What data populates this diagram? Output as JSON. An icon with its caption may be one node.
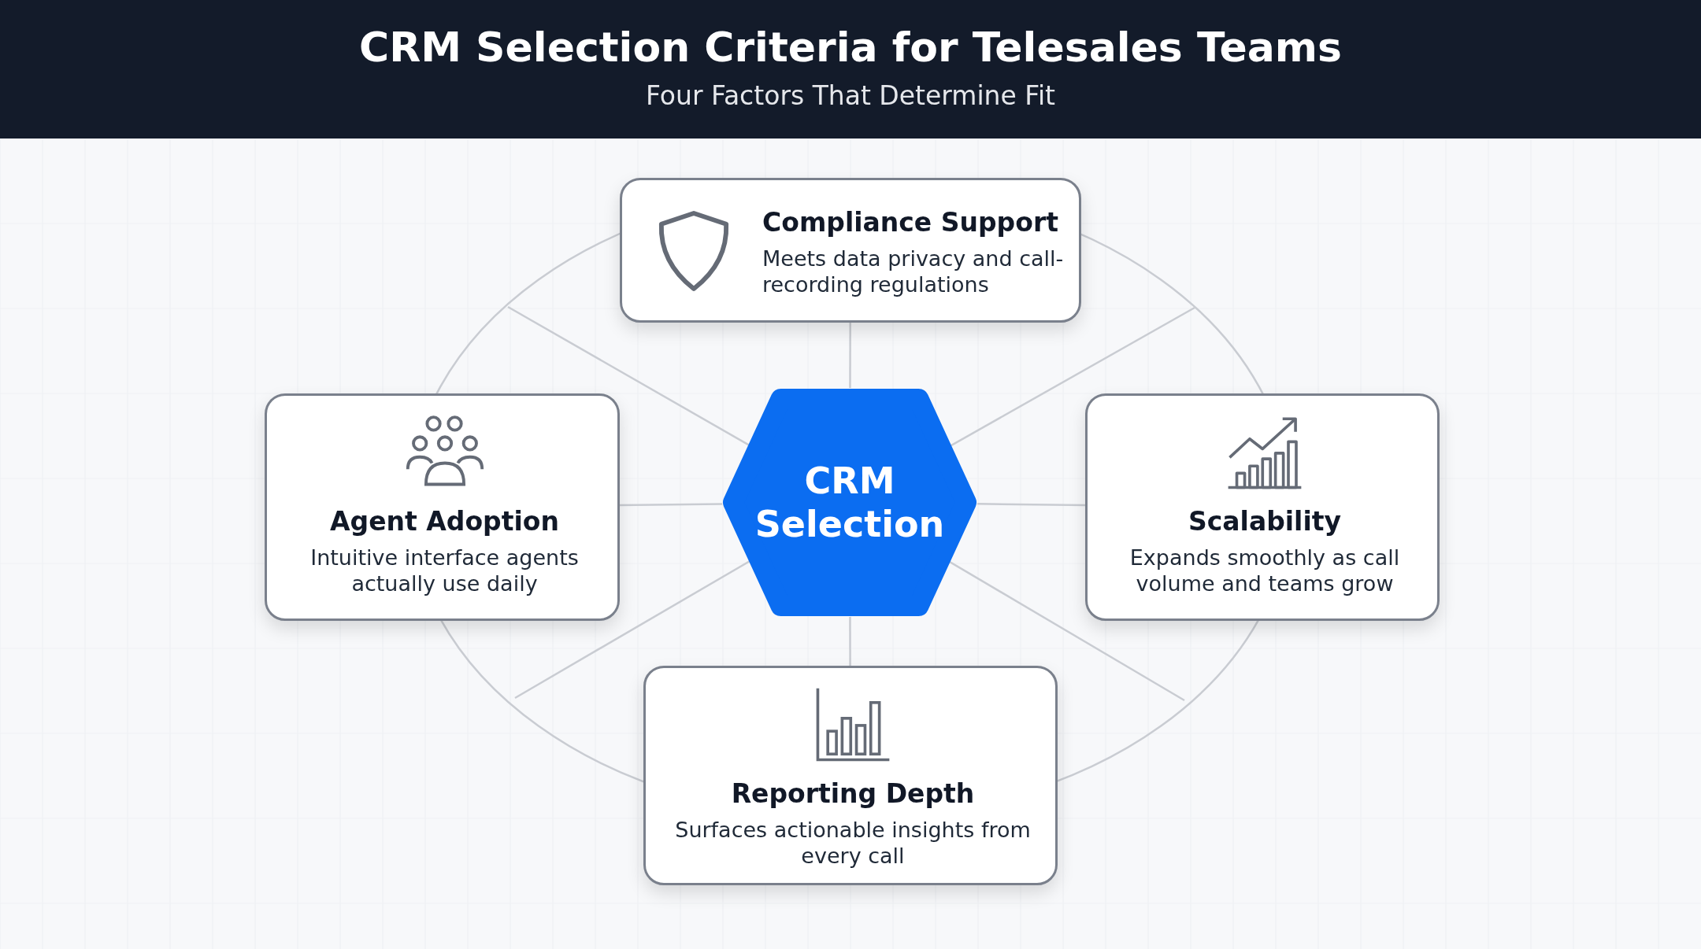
{
  "diagram": {
    "title": "CRM Selection Criteria for Telesales Teams",
    "caption": "Four Factors That Determine Fit",
    "nodes": [
      {
        "text": [
          "CRM Selection"
        ]
      },
      {
        "text": [
          "Compliance Support",
          "Meets data privacy and call-recording regulations"
        ]
      },
      {
        "text": [
          "Agent Adoption",
          "Intuitive interface agents actually use daily"
        ]
      },
      {
        "text": [
          "Scalability",
          "Expands smoothly as call volume and teams grow"
        ]
      },
      {
        "text": [
          "Reporting Depth",
          "Surfaces actionable insights from every call"
        ]
      }
    ],
    "edges": [
      {
        "from": 0,
        "to": 1,
        "arrow": "none"
      },
      {
        "from": 0,
        "to": 2,
        "arrow": "none"
      },
      {
        "from": 0,
        "to": 3,
        "arrow": "none"
      },
      {
        "from": 0,
        "to": 4,
        "arrow": "none"
      }
    ]
  }
}
